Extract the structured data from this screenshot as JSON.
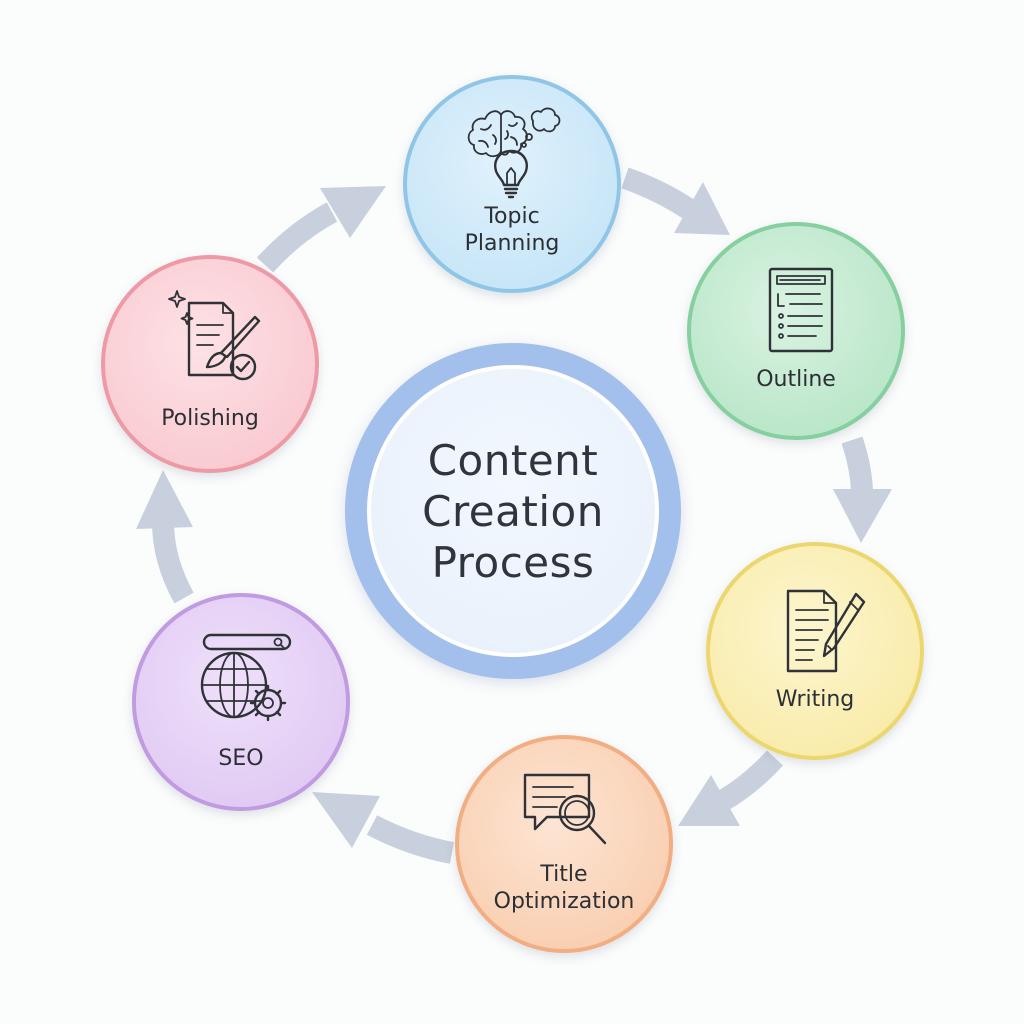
{
  "center": {
    "line1": "Content",
    "line2": "Creation",
    "line3": "Process"
  },
  "steps": [
    {
      "line1": "Topic",
      "line2": "Planning",
      "icon": "brain-lightbulb-icon",
      "color": "#bfe2f6"
    },
    {
      "line1": "Outline",
      "line2": "",
      "icon": "outline-list-icon",
      "color": "#afe2c1"
    },
    {
      "line1": "Writing",
      "line2": "",
      "icon": "document-pen-icon",
      "color": "#f7e89f"
    },
    {
      "line1": "Title",
      "line2": "Optimization",
      "icon": "chat-magnifier-icon",
      "color": "#f8c8a6"
    },
    {
      "line1": "SEO",
      "line2": "",
      "icon": "globe-gear-search-icon",
      "color": "#dcc3f1"
    },
    {
      "line1": "Polishing",
      "line2": "",
      "icon": "document-brush-check-icon",
      "color": "#f8c3cb"
    }
  ],
  "arrow_color": "#c7d0dc",
  "ring_color": "#a3bfec"
}
